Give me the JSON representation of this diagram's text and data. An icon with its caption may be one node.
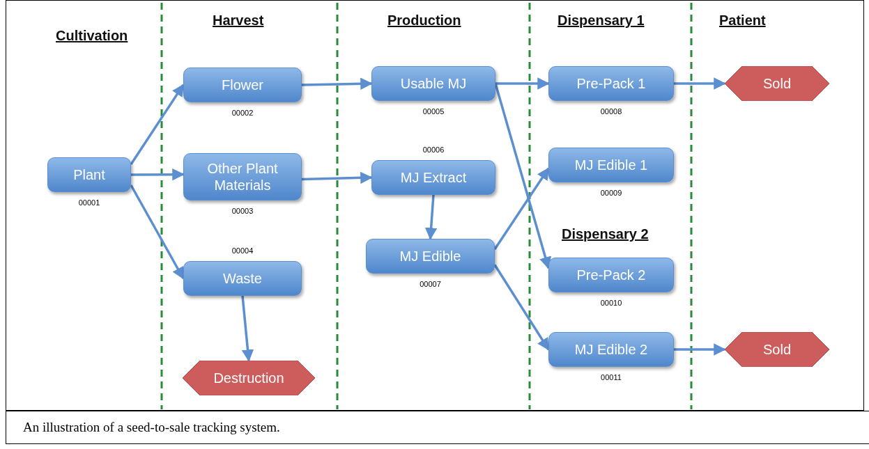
{
  "diagram": {
    "caption": "An illustration of a seed-to-sale tracking system.",
    "nodes": [
      {
        "text": [
          "Plant"
        ],
        "beside": [
          "00001"
        ]
      },
      {
        "text": [
          "Flower"
        ],
        "beside": [
          "00002"
        ]
      },
      {
        "text": [
          "Other Plant Materials"
        ],
        "beside": [
          "00003"
        ]
      },
      {
        "text": [
          "Waste"
        ],
        "beside": [
          "00004"
        ]
      },
      {
        "text": [
          "Destruction"
        ]
      },
      {
        "text": [
          "Usable MJ"
        ],
        "beside": [
          "00005"
        ]
      },
      {
        "text": [
          "MJ Extract"
        ],
        "beside": [
          "00006"
        ]
      },
      {
        "text": [
          "MJ Edible"
        ],
        "beside": [
          "00007"
        ]
      },
      {
        "text": [
          "Pre-Pack 1"
        ],
        "beside": [
          "00008"
        ]
      },
      {
        "text": [
          "MJ Edible 1"
        ],
        "beside": [
          "00009"
        ]
      },
      {
        "text": [
          "Pre-Pack 2"
        ],
        "beside": [
          "00010"
        ]
      },
      {
        "text": [
          "MJ Edible 2"
        ],
        "beside": [
          "00011"
        ]
      },
      {
        "text": [
          "Sold"
        ]
      },
      {
        "text": [
          "Sold"
        ]
      }
    ],
    "edges": [
      {
        "from": 0,
        "to": 1,
        "arrow": "to"
      },
      {
        "from": 0,
        "to": 2,
        "arrow": "to"
      },
      {
        "from": 0,
        "to": 3,
        "arrow": "to"
      },
      {
        "from": 3,
        "to": 4,
        "arrow": "to"
      },
      {
        "from": 1,
        "to": 5,
        "arrow": "to"
      },
      {
        "from": 2,
        "to": 6,
        "arrow": "to"
      },
      {
        "from": 6,
        "to": 7,
        "arrow": "to"
      },
      {
        "from": 5,
        "to": 8,
        "arrow": "to"
      },
      {
        "from": 5,
        "to": 10,
        "arrow": "to"
      },
      {
        "from": 7,
        "to": 9,
        "arrow": "to"
      },
      {
        "from": 7,
        "to": 11,
        "arrow": "to"
      },
      {
        "from": 8,
        "to": 12,
        "arrow": "to"
      },
      {
        "from": 11,
        "to": 13,
        "arrow": "to"
      }
    ],
    "labels": [
      "Cultivation",
      "Harvest",
      "Production",
      "Dispensary 1",
      "Patient",
      "Dispensary 2"
    ]
  }
}
